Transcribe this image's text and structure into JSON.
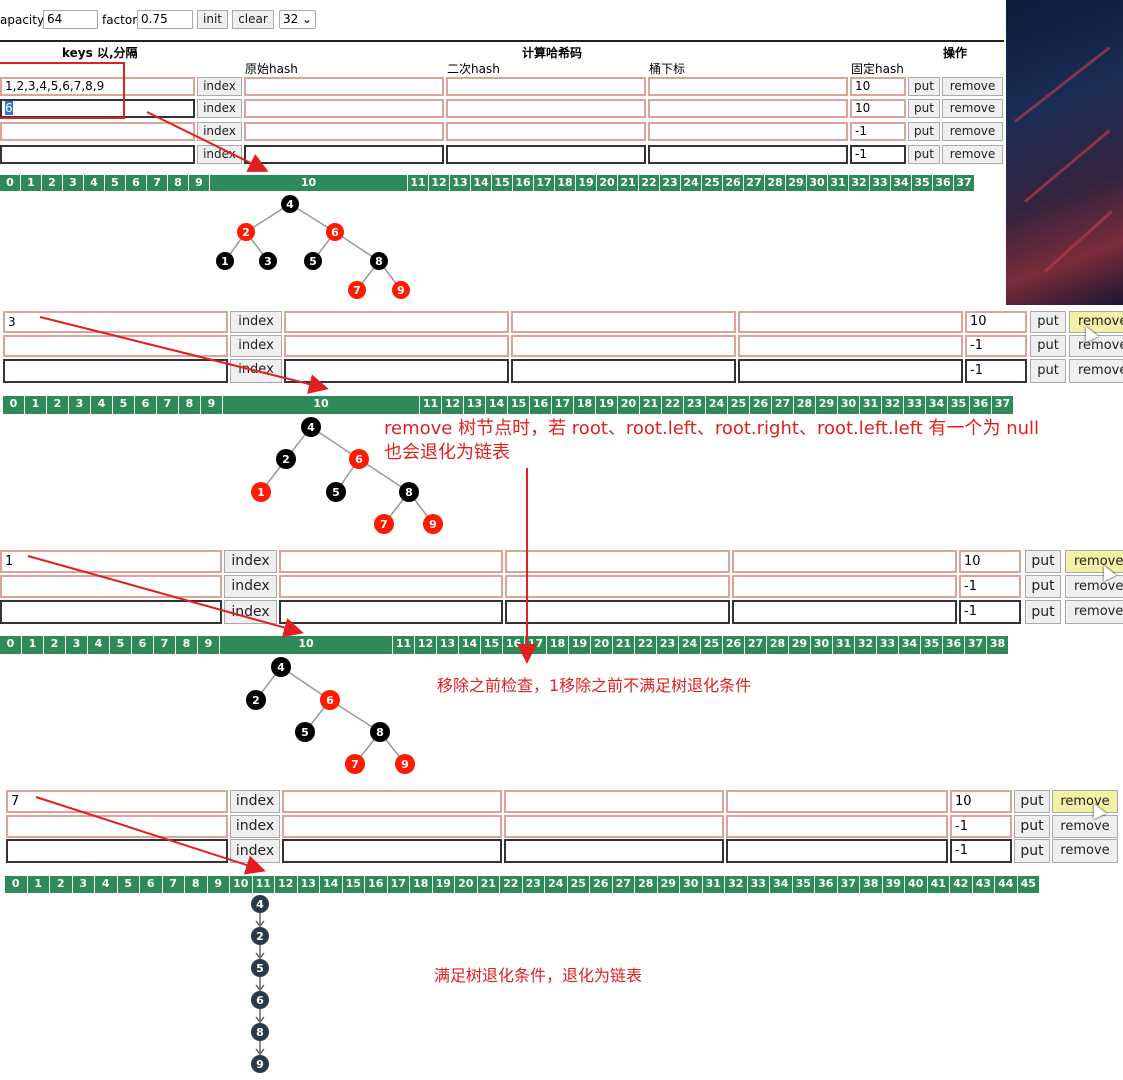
{
  "toolbar": {
    "capacity_label": "apacity",
    "capacity_value": "64",
    "factor_label": "factor",
    "factor_value": "0.75",
    "init_label": "init",
    "clear_label": "clear",
    "select_value": "32"
  },
  "table_header": {
    "keys_title": "keys 以,分隔",
    "calc_title": "计算哈希码",
    "ops_title": "操作",
    "col_hash": "原始hash",
    "col_hash2": "二次hash",
    "col_bucket": "桶下标",
    "col_fixed": "固定hash"
  },
  "buttons": {
    "index": "index",
    "put": "put",
    "remove": "remove"
  },
  "panel1": {
    "rows": [
      {
        "key": "1,2,3,4,5,6,7,8,9",
        "fixed": "10"
      },
      {
        "key": "6",
        "fixed": "10"
      },
      {
        "key": "",
        "fixed": "-1"
      },
      {
        "key": "",
        "fixed": "-1"
      }
    ]
  },
  "panel2": {
    "rows": [
      {
        "key": "3",
        "fixed": "10"
      },
      {
        "key": "",
        "fixed": "-1"
      },
      {
        "key": "",
        "fixed": "-1"
      }
    ]
  },
  "panel3": {
    "rows": [
      {
        "key": "1",
        "fixed": "10"
      },
      {
        "key": "",
        "fixed": "-1"
      },
      {
        "key": "",
        "fixed": "-1"
      }
    ]
  },
  "panel4": {
    "rows": [
      {
        "key": "7",
        "fixed": "10"
      },
      {
        "key": "",
        "fixed": "-1"
      },
      {
        "key": "",
        "fixed": "-1"
      }
    ]
  },
  "bars": {
    "b1": [
      "0",
      "1",
      "2",
      "3",
      "4",
      "5",
      "6",
      "7",
      "8",
      "9",
      "10",
      "11",
      "12",
      "13",
      "14",
      "15",
      "16",
      "17",
      "18",
      "19",
      "20",
      "21",
      "22",
      "23",
      "24",
      "25",
      "26",
      "27",
      "28",
      "29",
      "30",
      "31",
      "32",
      "33",
      "34",
      "35",
      "36",
      "37"
    ],
    "b2": [
      "0",
      "1",
      "2",
      "3",
      "4",
      "5",
      "6",
      "7",
      "8",
      "9",
      "10",
      "11",
      "12",
      "13",
      "14",
      "15",
      "16",
      "17",
      "18",
      "19",
      "20",
      "21",
      "22",
      "23",
      "24",
      "25",
      "26",
      "27",
      "28",
      "29",
      "30",
      "31",
      "32",
      "33",
      "34",
      "35",
      "36",
      "37"
    ],
    "b3": [
      "0",
      "1",
      "2",
      "3",
      "4",
      "5",
      "6",
      "7",
      "8",
      "9",
      "10",
      "11",
      "12",
      "13",
      "14",
      "15",
      "16",
      "17",
      "18",
      "19",
      "20",
      "21",
      "22",
      "23",
      "24",
      "25",
      "26",
      "27",
      "28",
      "29",
      "30",
      "31",
      "32",
      "33",
      "34",
      "35",
      "36",
      "37",
      "38"
    ],
    "b4": [
      "0",
      "1",
      "2",
      "3",
      "4",
      "5",
      "6",
      "7",
      "8",
      "9",
      "10",
      "11",
      "12",
      "13",
      "14",
      "15",
      "16",
      "17",
      "18",
      "19",
      "20",
      "21",
      "22",
      "23",
      "24",
      "25",
      "26",
      "27",
      "28",
      "29",
      "30",
      "31",
      "32",
      "33",
      "34",
      "35",
      "36",
      "37",
      "38",
      "39",
      "40",
      "41",
      "42",
      "43",
      "44",
      "45"
    ]
  },
  "trees": {
    "t1": [
      "4",
      "2",
      "6",
      "1",
      "3",
      "5",
      "8",
      "7",
      "9"
    ],
    "t2": [
      "4",
      "2",
      "6",
      "1",
      "5",
      "8",
      "7",
      "9"
    ],
    "t3": [
      "4",
      "2",
      "6",
      "5",
      "8",
      "7",
      "9"
    ],
    "t4": [
      "4",
      "2",
      "5",
      "6",
      "8",
      "9"
    ]
  },
  "annotations": {
    "a1_line1": "remove 树节点时，若 root、root.left、root.right、root.left.left 有一个为 null",
    "a1_line2": "也会退化为链表",
    "a2": "移除之前检查，1移除之前不满足树退化条件",
    "a3": "满足树退化条件，退化为链表"
  },
  "colors": {
    "red_node": "#ff1a00",
    "black_node": "#000000",
    "chain_node": "#2b3a4a",
    "bar": "#2e8b57",
    "arrow": "#e02020"
  }
}
